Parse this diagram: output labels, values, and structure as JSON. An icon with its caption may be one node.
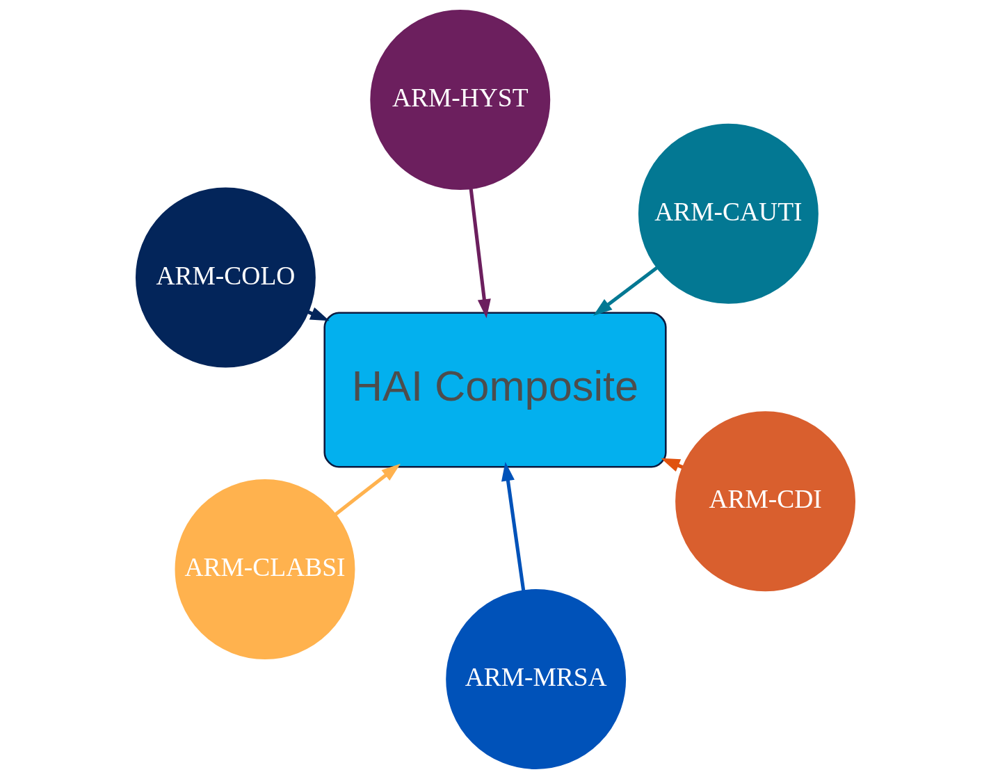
{
  "diagram": {
    "nodes": [
      {
        "text": [
          "ARM-COLO"
        ]
      },
      {
        "text": [
          "ARM-CDI"
        ]
      },
      {
        "text": [
          "ARM-MRSA"
        ]
      },
      {
        "text": [
          "HAI Composite"
        ]
      },
      {
        "text": [
          "ARM-CAUTI"
        ]
      },
      {
        "text": [
          "ARM-HYST"
        ]
      },
      {
        "text": [
          "ARM-CLABSI"
        ]
      }
    ],
    "edges": [
      {
        "from": 0,
        "to": 3,
        "arrow": "to",
        "color": "#03255a"
      },
      {
        "from": 1,
        "to": 3,
        "arrow": "to",
        "color": "#e0520e"
      },
      {
        "from": 2,
        "to": 3,
        "arrow": "to",
        "color": "#0052b9"
      },
      {
        "from": 4,
        "to": 3,
        "arrow": "to",
        "color": "#037893"
      },
      {
        "from": 5,
        "to": 3,
        "arrow": "to",
        "color": "#6c1f5e"
      },
      {
        "from": 6,
        "to": 3,
        "arrow": "to",
        "color": "#ffb24e"
      }
    ]
  }
}
